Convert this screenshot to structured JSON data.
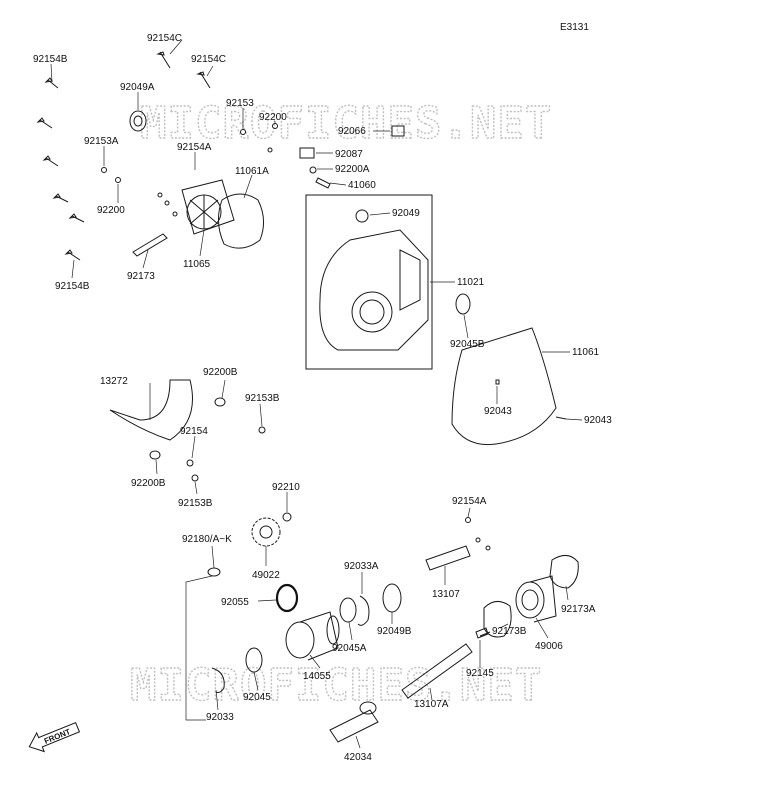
{
  "diagram": {
    "code": "E3131",
    "watermark": "MICROFICHES.NET",
    "front_label": "FRONT",
    "accent_color": "#bfbfbf",
    "labels": [
      "92154C",
      "92154C",
      "92154B",
      "92049A",
      "92153",
      "92200",
      "92066",
      "92153A",
      "92154A",
      "92087",
      "92200A",
      "11061A",
      "41060",
      "92200",
      "92049",
      "92173",
      "11065",
      "92154B",
      "11021",
      "92045B",
      "11061",
      "13272",
      "92200B",
      "92153B",
      "92043",
      "92043",
      "92154",
      "92200B",
      "92153B",
      "92210",
      "92154A",
      "92180/A~K",
      "92033A",
      "49022",
      "13107",
      "92173A",
      "92055",
      "92049B",
      "92045A",
      "49006",
      "14055",
      "92173B",
      "92145",
      "92045",
      "13107A",
      "92033",
      "42034"
    ]
  }
}
